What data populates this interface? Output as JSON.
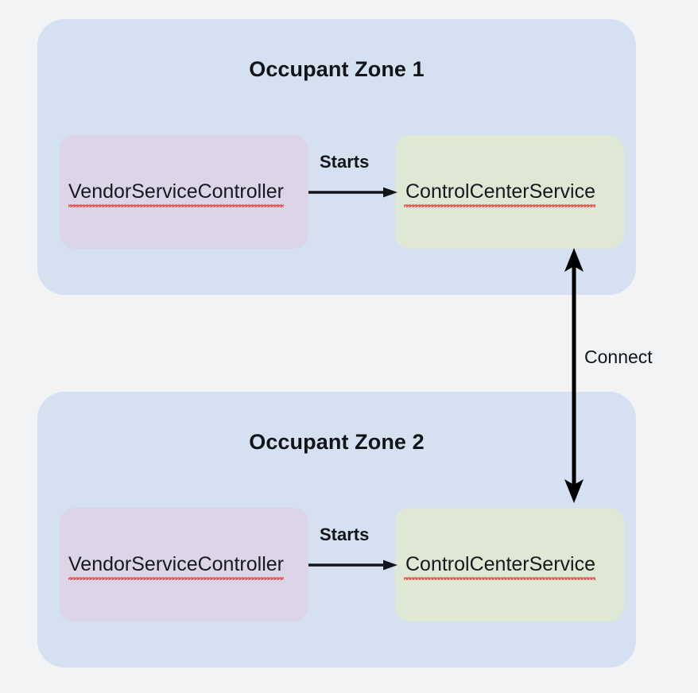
{
  "diagram": {
    "type": "architecture-block-diagram",
    "background_color": "#f1f3f5",
    "zones": [
      {
        "id": "zone-1",
        "title": "Occupant Zone 1",
        "fill_color": "#d5e0f0",
        "nodes": [
          {
            "id": "vendor-service-controller-1",
            "label": "VendorServiceController",
            "fill_color": "#dcd5e8",
            "spellcheck_underline": true
          },
          {
            "id": "control-center-service-1",
            "label": "ControlCenterService",
            "fill_color": "#dfe8d4",
            "spellcheck_underline": true
          }
        ],
        "edge_label": "Starts"
      },
      {
        "id": "zone-2",
        "title": "Occupant Zone 2",
        "fill_color": "#d5e0f0",
        "nodes": [
          {
            "id": "vendor-service-controller-2",
            "label": "VendorServiceController",
            "fill_color": "#dcd5e8",
            "spellcheck_underline": true
          },
          {
            "id": "control-center-service-2",
            "label": "ControlCenterService",
            "fill_color": "#dfe8d4",
            "spellcheck_underline": true
          }
        ],
        "edge_label": "Starts"
      }
    ],
    "cross_zone_edge": {
      "label": "Connect",
      "direction": "bidirectional",
      "from": "control-center-service-1",
      "to": "control-center-service-2",
      "color": "#000000"
    }
  }
}
